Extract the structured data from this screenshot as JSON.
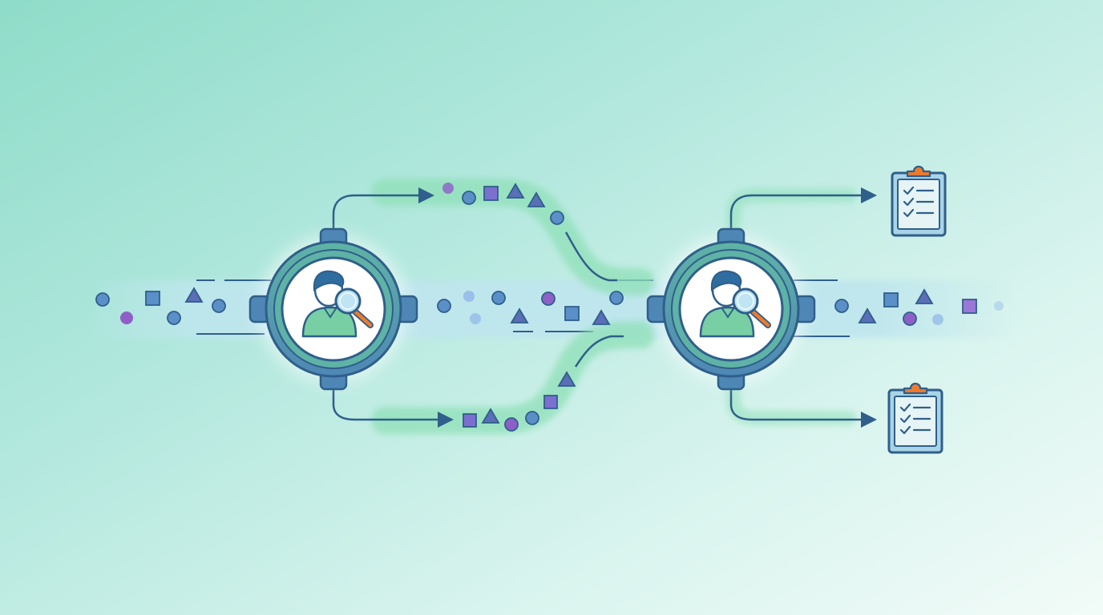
{
  "colors": {
    "stroke": "#2f5f8a",
    "ring_outer": "#4e87b5",
    "ring_inner": "#5fb3a6",
    "band": "#bfe6ee",
    "branch": "#8fe0b8",
    "shirt": "#78cfa4",
    "hair": "#2f6da0",
    "lens": "#bfe4f2",
    "handle": "#f07a2c",
    "clip": "#f07a2c",
    "board": "#e6f4f6",
    "circle": "#5a8fc8",
    "square": "#7d6fd0",
    "triangle": "#5a6fb8",
    "violet": "#8f5fc8"
  },
  "icons": {
    "reviewer": "reviewer-magnifier-icon",
    "checklist": "checklist-clipboard-icon"
  },
  "nodes": [
    {
      "name": "review-node-1"
    },
    {
      "name": "review-node-2"
    }
  ],
  "outputs": [
    {
      "name": "checklist-output-top"
    },
    {
      "name": "checklist-output-bottom"
    }
  ]
}
